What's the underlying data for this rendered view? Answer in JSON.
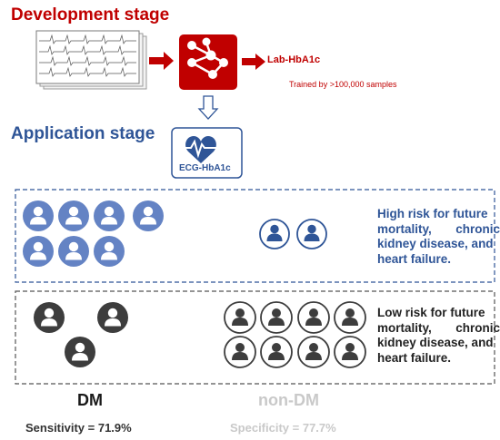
{
  "development_stage": {
    "title": "Development stage",
    "output_label": "Lab-HbA1c",
    "note": "Trained by >100,000 samples"
  },
  "application_stage": {
    "title": "Application stage",
    "model_label": "ECG-HbA1c"
  },
  "high_risk": {
    "line1": "High risk for future",
    "line2": "mortality, chronic",
    "line3": "kidney disease, and",
    "line4": "heart failure."
  },
  "low_risk": {
    "line1": "Low risk for future",
    "line2": "mortality, chronic",
    "line3": "kidney disease, and",
    "line4": "heart failure."
  },
  "groups": {
    "dm_label": "DM",
    "nondm_label": "non-DM",
    "sensitivity": "Sensitivity = 71.9%",
    "specificity": "Specificity = 77.7%"
  },
  "colors": {
    "red": "#c00000",
    "blue": "#2f5597",
    "person_blue": "#6483c4",
    "person_dark": "#3d3d3d",
    "gray_text": "#c9c9c9"
  }
}
